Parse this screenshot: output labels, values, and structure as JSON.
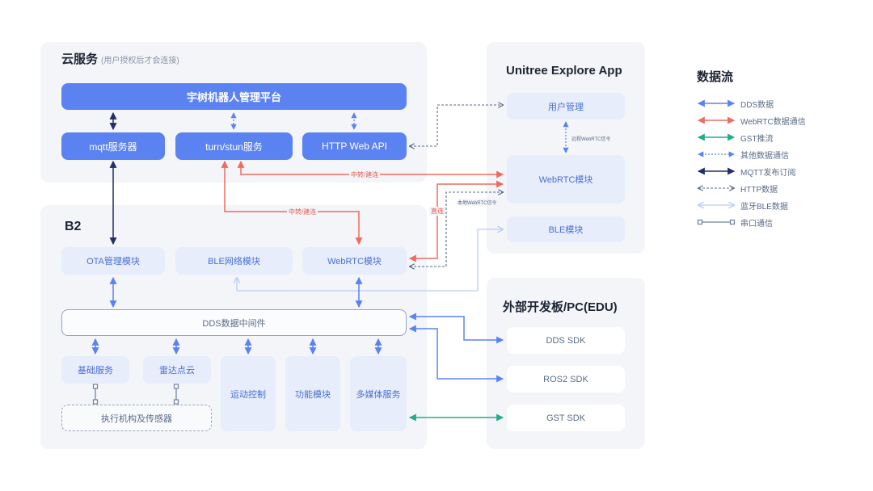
{
  "cloud": {
    "title": "云服务",
    "note": "(用户授权后才会连接)",
    "platform": "宇树机器人管理平台",
    "mqtt": "mqtt服务器",
    "turn": "turn/stun服务",
    "http": "HTTP Web API"
  },
  "app": {
    "title": "Unitree Explore App",
    "user_mgmt": "用户管理",
    "webrtc": "WebRTC模块",
    "ble": "BLE模块",
    "remote_signal": "远程WebRTC信令"
  },
  "b2": {
    "title": "B2",
    "ota": "OTA管理模块",
    "ble_net": "BLE网络模块",
    "webrtc": "WebRTC模块",
    "dds": "DDS数据中间件",
    "basic": "基础服务",
    "lidar": "雷达点云",
    "motion": "运动控制",
    "function": "功能模块",
    "media": "多媒体服务",
    "actuators": "执行机构及传感器"
  },
  "ext": {
    "title": "外部开发板/PC(EDU)",
    "dds_sdk": "DDS SDK",
    "ros2_sdk": "ROS2 SDK",
    "gst_sdk": "GST SDK"
  },
  "links": {
    "relay1": "中转/建连",
    "relay2": "中转/建连",
    "direct": "直连",
    "local_signal": "本地WebRTC信令"
  },
  "legend": {
    "title": "数据流",
    "items": [
      {
        "label": "DDS数据",
        "color": "#5b82f1"
      },
      {
        "label": "WebRTC数据通信",
        "color": "#ef6b61"
      },
      {
        "label": "GST推流",
        "color": "#1fae8c"
      },
      {
        "label": "其他数据通信",
        "color": "#5b82f1"
      },
      {
        "label": "MQTT发布订阅",
        "color": "#1f2d6b"
      },
      {
        "label": "HTTP数据",
        "color": "#5a6b87"
      },
      {
        "label": "蓝牙BLE数据",
        "color": "#b8cdf5"
      },
      {
        "label": "串口通信",
        "color": "#6e7f9a"
      }
    ]
  }
}
